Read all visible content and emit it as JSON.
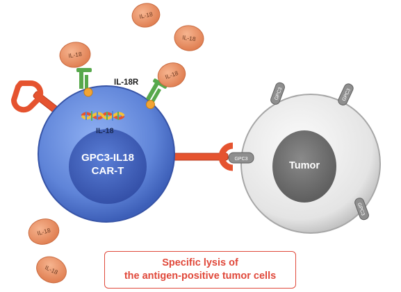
{
  "labels": {
    "cytokine": "IL-18",
    "receptor": "IL-18R",
    "gene": "IL-18",
    "car_t_line1": "GPC3-IL18",
    "car_t_line2": "CAR-T",
    "tumor": "Tumor",
    "antigen": "GPC3"
  },
  "caption": {
    "line1": "Specific lysis of",
    "line2": "the antigen-positive tumor cells"
  },
  "colors": {
    "cytokine": "#ec956b",
    "car_receptor": "#e5532f",
    "car_t_cell": "#5f84d8",
    "car_t_nucleus": "#3f5fb9",
    "tumor_cell": "#e9e9e9",
    "tumor_nucleus": "#757575",
    "antigen": "#8e8e8e",
    "receptor_green": "#57a84c",
    "caption": "#e0483a"
  }
}
